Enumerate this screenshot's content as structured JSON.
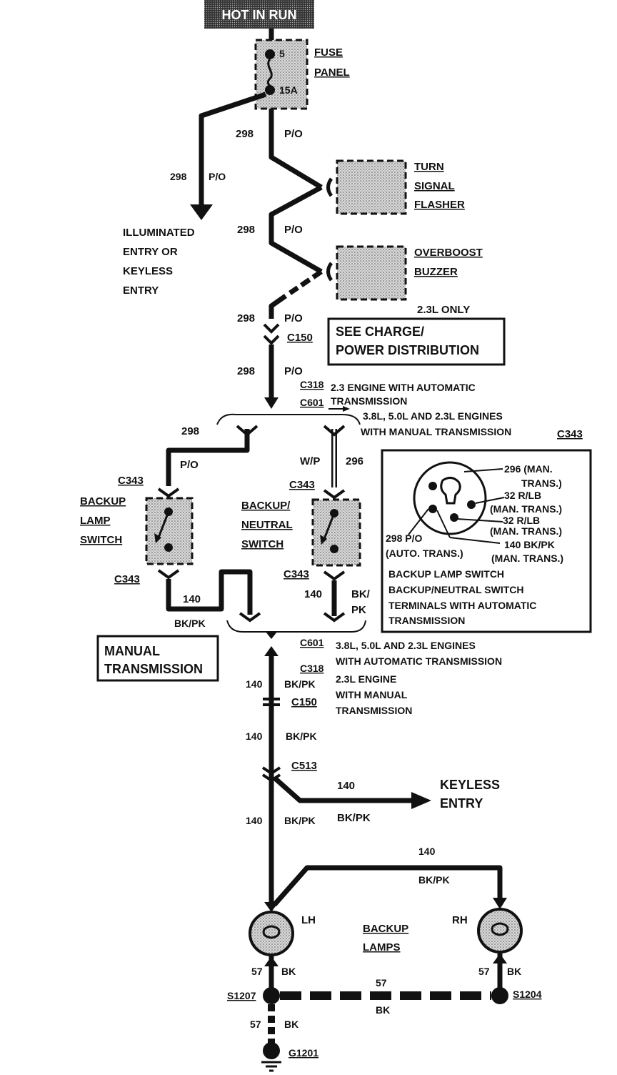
{
  "power_source": {
    "label": "HOT IN RUN"
  },
  "fuse_panel": {
    "label_line1": "FUSE",
    "label_line2": "PANEL",
    "fuse_number": "5",
    "fuse_rating": "15A"
  },
  "wires": {
    "w298_a": {
      "circuit": "298",
      "color": "P/O"
    },
    "w298_side": {
      "circuit": "298",
      "color": "P/O"
    },
    "w298_b": {
      "circuit": "298",
      "color": "P/O"
    },
    "w298_c": {
      "circuit": "298",
      "color": "P/O"
    },
    "w298_d": {
      "circuit": "298",
      "color": "P/O"
    },
    "w298_left": {
      "circuit": "298",
      "color": "P/O"
    },
    "w296": {
      "circuit": "296",
      "color": "W/P"
    },
    "w140_left": {
      "circuit": "140",
      "color": "BK/PK"
    },
    "w140_right_circuit": "140",
    "w140_right_color_1": "BK/",
    "w140_right_color_2": "PK",
    "w140_a": {
      "circuit": "140",
      "color": "BK/PK"
    },
    "w140_b": {
      "circuit": "140",
      "color": "BK/PK"
    },
    "w140_keyless": {
      "circuit": "140",
      "color": "BK/PK"
    },
    "w140_c": {
      "circuit": "140",
      "color": "BK/PK"
    },
    "w140_rh": {
      "circuit": "140",
      "color": "BK/PK"
    },
    "w57_lh": {
      "circuit": "57",
      "color": "BK"
    },
    "w57_rh": {
      "circuit": "57",
      "color": "BK"
    },
    "w57_mid": {
      "circuit": "57",
      "color": "BK"
    },
    "w57_ground": {
      "circuit": "57",
      "color": "BK"
    }
  },
  "components": {
    "turn_signal_flasher": [
      "TURN",
      "SIGNAL",
      "FLASHER"
    ],
    "overboost_buzzer": [
      "OVERBOOST",
      "BUZZER"
    ],
    "overboost_note": "2.3L ONLY",
    "illuminated_entry": [
      "ILLUMINATED",
      "ENTRY OR",
      "KEYLESS",
      "ENTRY"
    ],
    "see_charge": [
      "SEE CHARGE/",
      "POWER DISTRIBUTION"
    ],
    "backup_lamp_switch": [
      "BACKUP",
      "LAMP",
      "SWITCH"
    ],
    "backup_neutral_switch": [
      "BACKUP/",
      "NEUTRAL",
      "SWITCH"
    ],
    "manual_transmission": [
      "MANUAL",
      "TRANSMISSION"
    ],
    "keyless_entry": [
      "KEYLESS",
      "ENTRY"
    ],
    "backup_lamps": [
      "BACKUP",
      "LAMPS"
    ],
    "lh": "LH",
    "rh": "RH"
  },
  "connectors": {
    "c150_top": "C150",
    "c318_top": "C318",
    "c318_top_desc_1": "2.3 ENGINE WITH AUTOMATIC",
    "c318_top_desc_2": "TRANSMISSION",
    "c601_top": "C601",
    "c601_top_desc_1": "3.8L, 5.0L AND 2.3L ENGINES",
    "c601_top_desc_2": "WITH MANUAL TRANSMISSION",
    "c343_a": "C343",
    "c343_b": "C343",
    "c343_c": "C343",
    "c343_d": "C343",
    "c343_inset": "C343",
    "c601_bottom": "C601",
    "c601_bottom_desc_1": "3.8L, 5.0L AND 2.3L ENGINES",
    "c601_bottom_desc_2": "WITH AUTOMATIC TRANSMISSION",
    "c318_bottom": "C318",
    "c318_bottom_desc_1": "2.3L ENGINE",
    "c318_bottom_desc_2": "WITH MANUAL",
    "c318_bottom_desc_3": "TRANSMISSION",
    "c150_bottom": "C150",
    "c513": "C513",
    "s1207": "S1207",
    "s1204": "S1204",
    "g1201": "G1201"
  },
  "inset": {
    "pin_296": [
      "296 (MAN.",
      "TRANS.)"
    ],
    "pin_32a": [
      "32 R/LB",
      "(MAN. TRANS.)"
    ],
    "pin_32b": [
      "32 R/LB",
      "(MAN. TRANS.)"
    ],
    "pin_140": [
      "140 BK/PK",
      "(MAN. TRANS.)"
    ],
    "pin_298": [
      "298 P/O",
      "(AUTO. TRANS.)"
    ],
    "caption": [
      "BACKUP LAMP SWITCH",
      "BACKUP/NEUTRAL SWITCH",
      "TERMINALS WITH AUTOMATIC",
      "TRANSMISSION"
    ]
  }
}
